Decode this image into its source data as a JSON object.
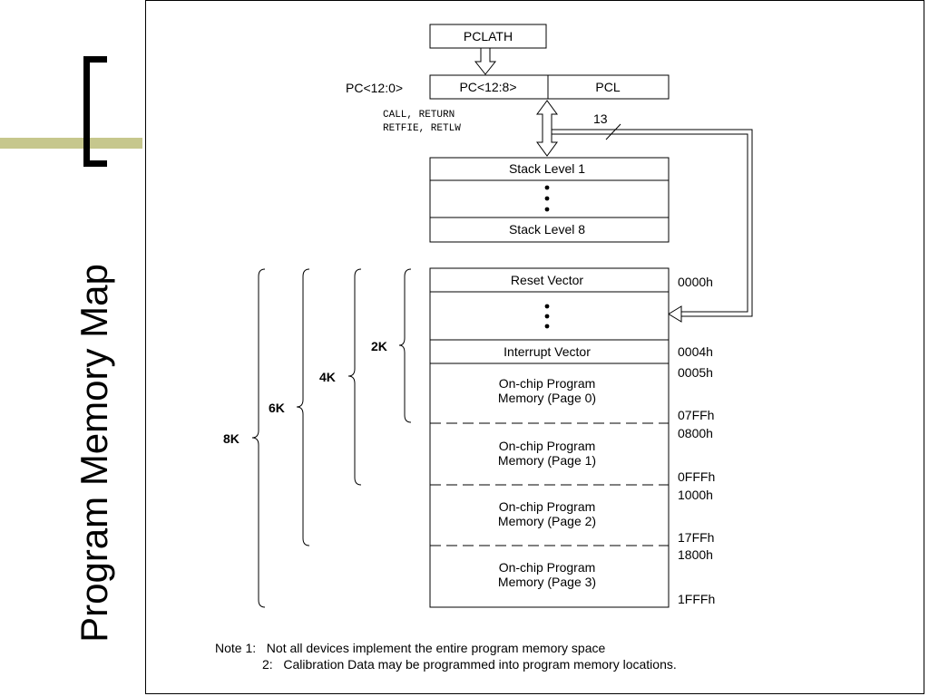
{
  "slide_title": "Program Memory Map",
  "pc": {
    "pclath": "PCLATH",
    "pc_label": "PC<12:0>",
    "pc_high": "PC<12:8>",
    "pcl": "PCL",
    "instructions": [
      "CALL, RETURN",
      "RETFIE, RETLW"
    ],
    "bus_width": "13"
  },
  "stack": {
    "top": "Stack Level 1",
    "bottom": "Stack Level 8"
  },
  "memory": {
    "reset_vector": "Reset Vector",
    "interrupt_vector": "Interrupt Vector",
    "pages": [
      {
        "line1": "On-chip Program",
        "line2": "Memory (Page 0)"
      },
      {
        "line1": "On-chip Program",
        "line2": "Memory (Page 1)"
      },
      {
        "line1": "On-chip Program",
        "line2": "Memory (Page 2)"
      },
      {
        "line1": "On-chip Program",
        "line2": "Memory (Page 3)"
      }
    ],
    "addresses": [
      "0000h",
      "0004h",
      "0005h",
      "07FFh",
      "0800h",
      "0FFFh",
      "1000h",
      "17FFh",
      "1800h",
      "1FFFh"
    ],
    "sizes": [
      "2K",
      "4K",
      "6K",
      "8K"
    ]
  },
  "notes": {
    "note1": "Note 1:   Not all devices implement the entire program memory space",
    "note2": "2:   Calibration Data may be programmed into program memory locations."
  }
}
